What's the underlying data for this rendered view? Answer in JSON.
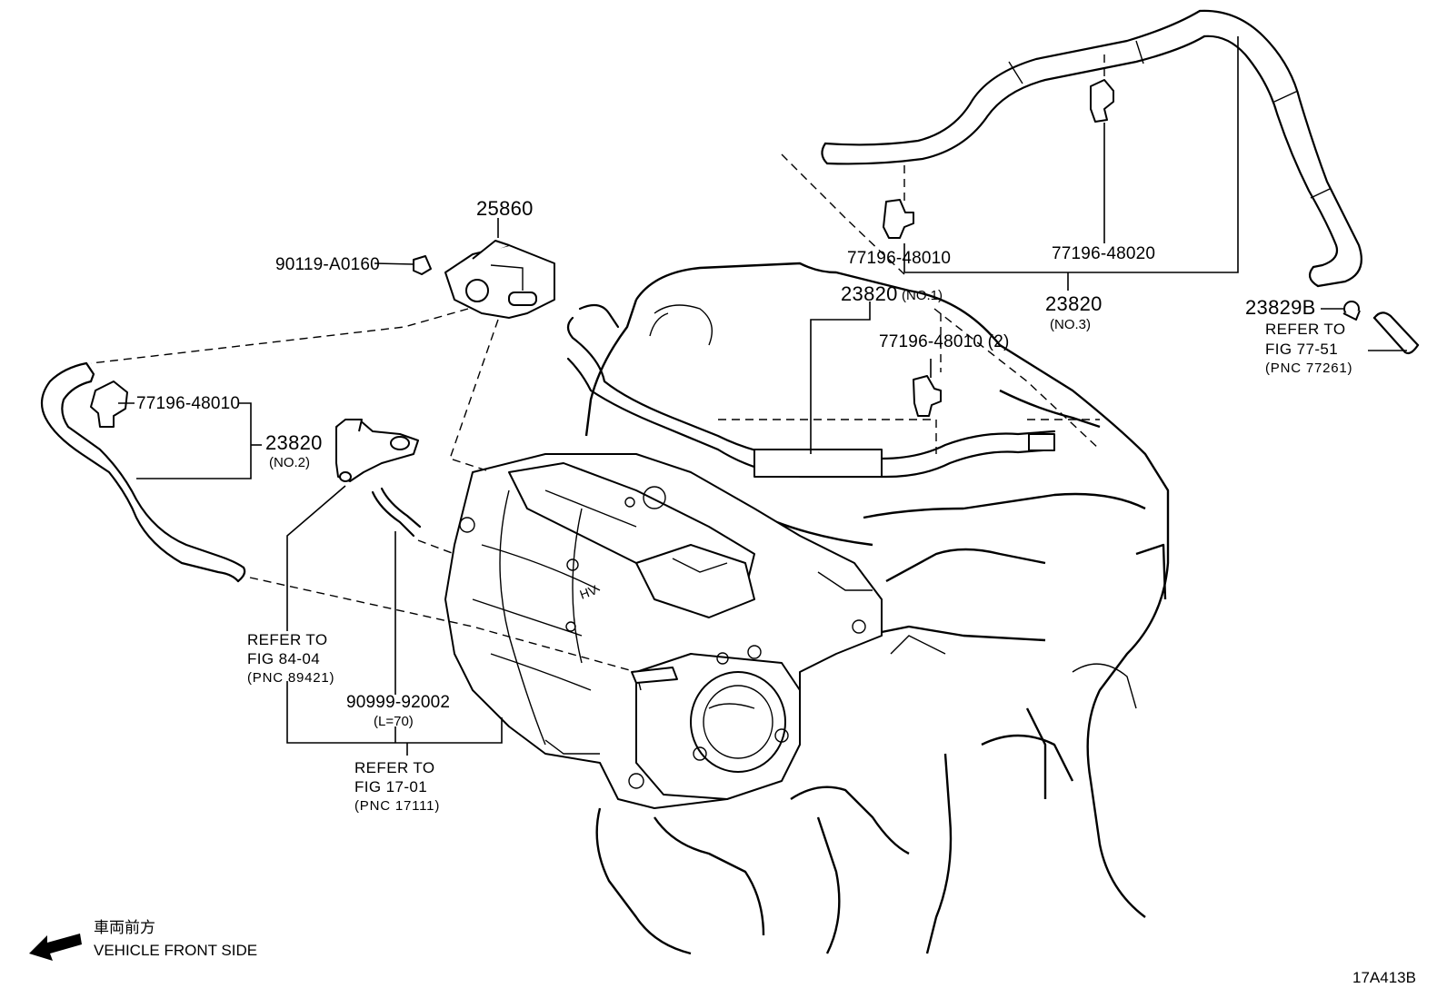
{
  "callouts": {
    "p25860": "25860",
    "p90119": "90119-A0160",
    "p77196_left": "77196-48010",
    "p23820_no2": "23820",
    "no2": "(NO.2)",
    "p77196_top_a": "77196-48010",
    "p77196_top_b": "77196-48020",
    "p23820_no1": "23820",
    "no1": "(NO.1)",
    "p23820_no3": "23820",
    "no3": "(NO.3)",
    "p77196_mid": "77196-48010 (2)",
    "p23829b": "23829B",
    "p90999": "90999-92002",
    "l70": "(L=70)"
  },
  "refs": {
    "ref_84": {
      "line1": "REFER TO",
      "line2": "FIG 84-04",
      "line3": "(PNC 89421)"
    },
    "ref_17": {
      "line1": "REFER TO",
      "line2": "FIG 17-01",
      "line3": "(PNC 17111)"
    },
    "ref_77": {
      "line1": "REFER TO",
      "line2": "FIG 77-51",
      "line3": "(PNC 77261)"
    }
  },
  "front_indicator": {
    "jp": "車両前方",
    "en": "VEHICLE FRONT SIDE"
  },
  "figure_code": "17A413B"
}
